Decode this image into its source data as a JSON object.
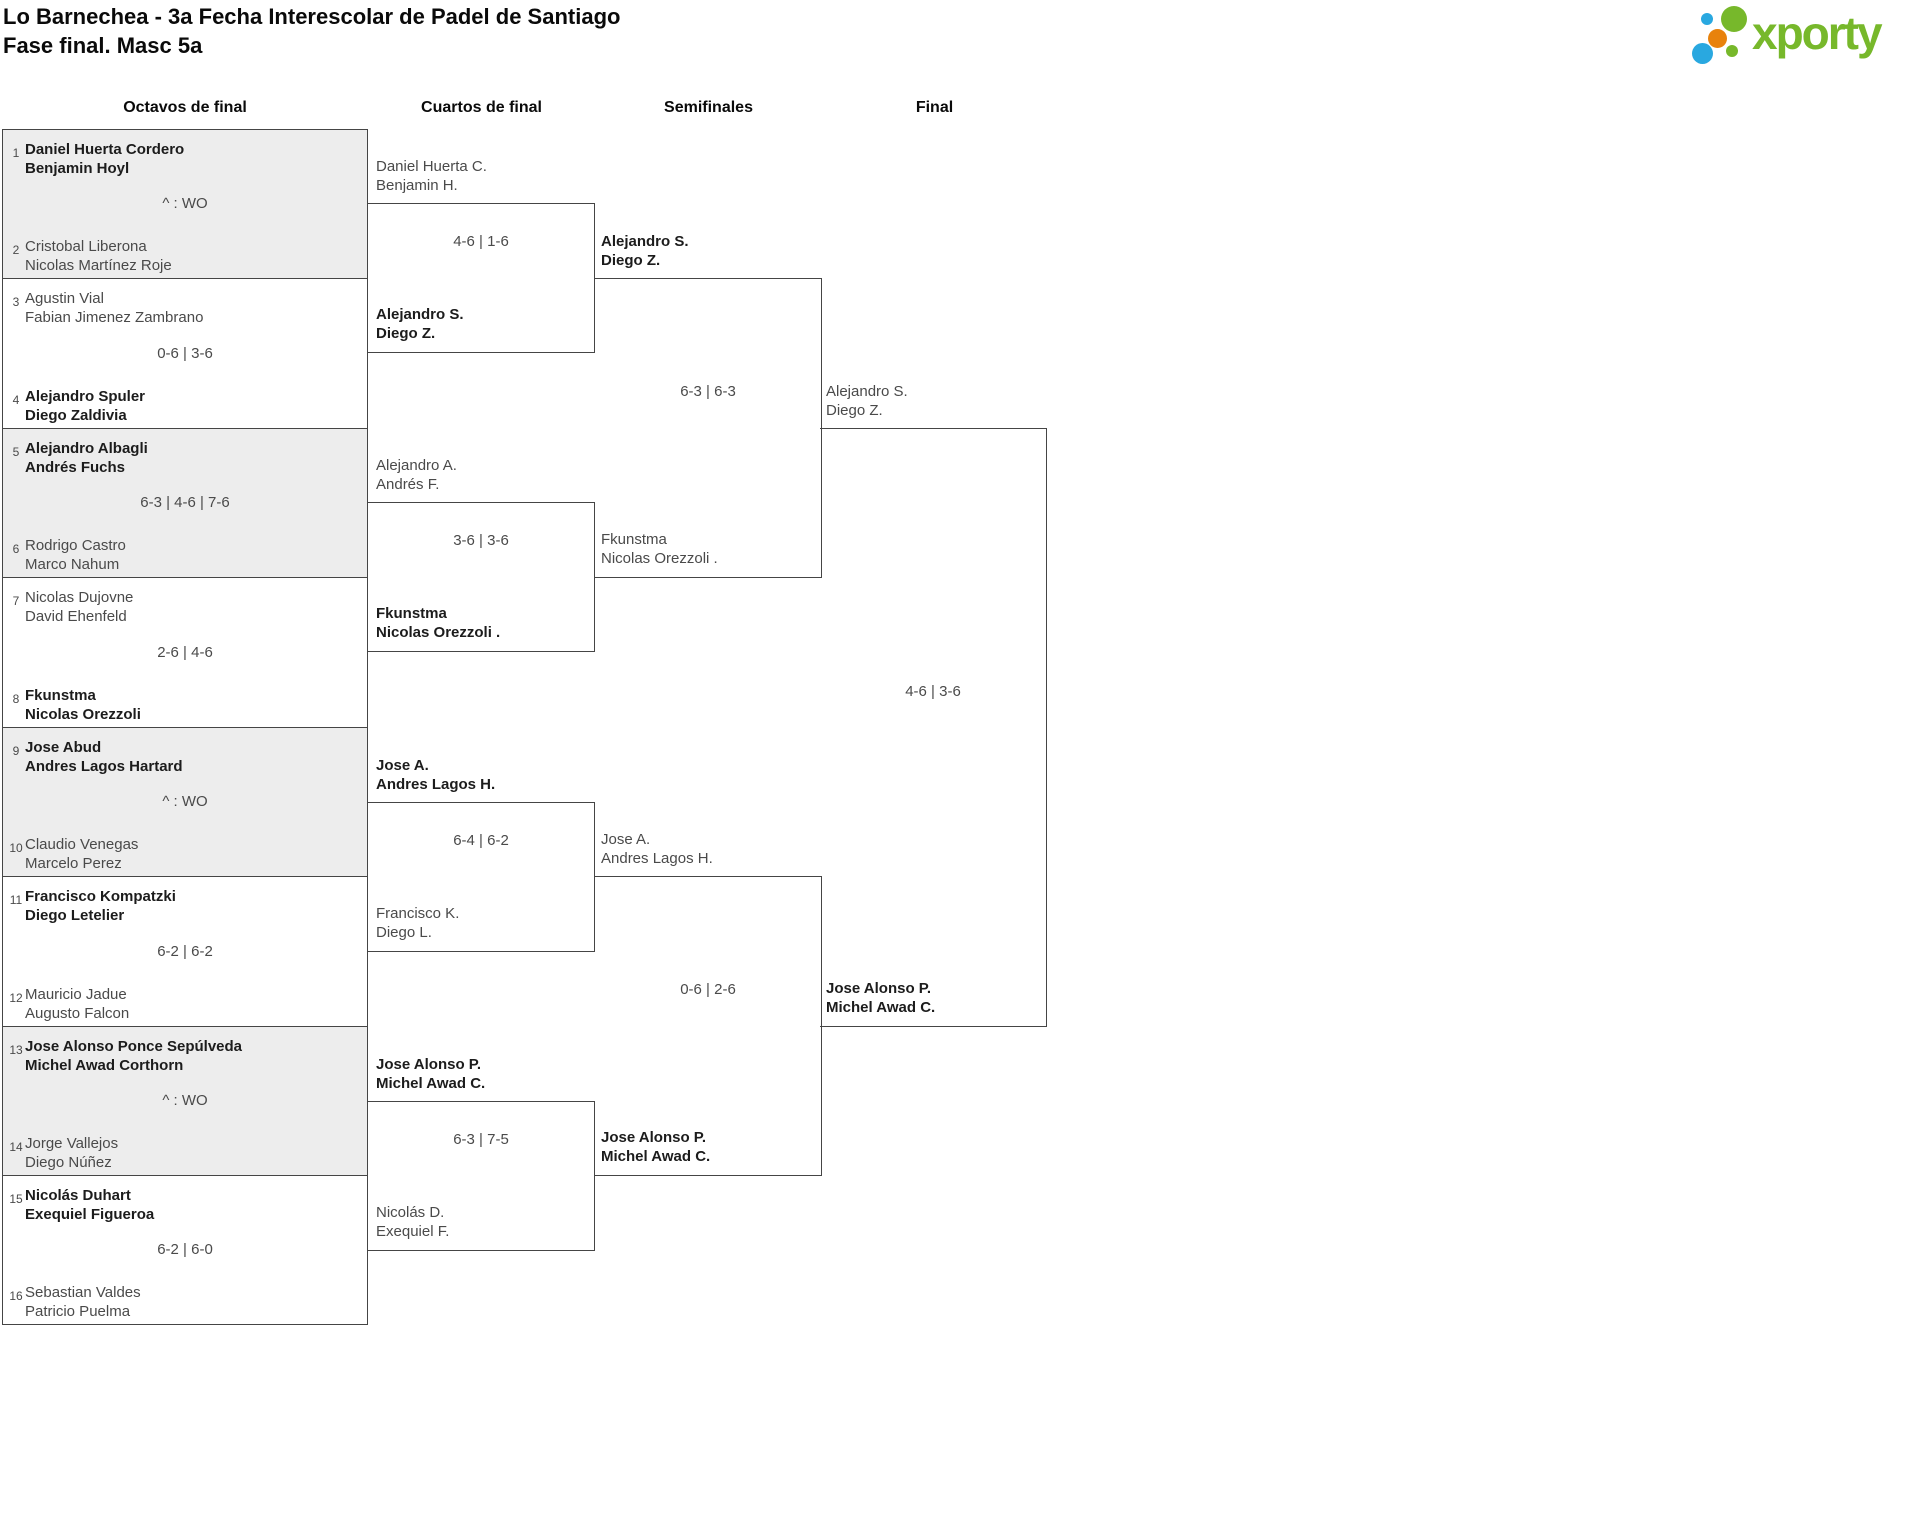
{
  "header": {
    "title_line1": "Lo Barnechea - 3a Fecha Interescolar de Padel de Santiago",
    "title_line2": "Fase final. Masc 5a"
  },
  "logo": {
    "brand": "xporty",
    "colors": {
      "green": "#77b82b",
      "blue": "#29a8e0",
      "orange": "#e8820c"
    }
  },
  "ui_colors": {
    "shaded_row": "#ededed",
    "border": "#454545",
    "winner_text": "#1c1c1c",
    "normal_text": "#4a4a4a"
  },
  "round_headers": [
    "Octavos de final",
    "Cuartos de final",
    "Semifinales",
    "Final"
  ],
  "bracket": {
    "octavos": [
      {
        "top_seed": "1",
        "top": {
          "p1": "Daniel Huerta Cordero",
          "p2": "Benjamin Hoyl",
          "winner": true
        },
        "score": "^ : WO",
        "bottom_seed": "2",
        "bottom": {
          "p1": "Cristobal Liberona",
          "p2": "Nicolas Martínez Roje",
          "winner": false
        }
      },
      {
        "top_seed": "3",
        "top": {
          "p1": "Agustin Vial",
          "p2": "Fabian Jimenez Zambrano",
          "winner": false
        },
        "score": "0-6 | 3-6",
        "bottom_seed": "4",
        "bottom": {
          "p1": "Alejandro Spuler",
          "p2": "Diego Zaldivia",
          "winner": true
        }
      },
      {
        "top_seed": "5",
        "top": {
          "p1": "Alejandro Albagli",
          "p2": "Andrés Fuchs",
          "winner": true
        },
        "score": "6-3 | 4-6 | 7-6",
        "bottom_seed": "6",
        "bottom": {
          "p1": "Rodrigo Castro",
          "p2": "Marco Nahum",
          "winner": false
        }
      },
      {
        "top_seed": "7",
        "top": {
          "p1": "Nicolas Dujovne",
          "p2": "David Ehenfeld",
          "winner": false
        },
        "score": "2-6 | 4-6",
        "bottom_seed": "8",
        "bottom": {
          "p1": "Fkunstma",
          "p2": "Nicolas Orezzoli",
          "winner": true
        }
      },
      {
        "top_seed": "9",
        "top": {
          "p1": "Jose Abud",
          "p2": "Andres Lagos Hartard",
          "winner": true
        },
        "score": "^ : WO",
        "bottom_seed": "10",
        "bottom": {
          "p1": "Claudio Venegas",
          "p2": "Marcelo Perez",
          "winner": false
        }
      },
      {
        "top_seed": "11",
        "top": {
          "p1": "Francisco Kompatzki",
          "p2": "Diego Letelier",
          "winner": true
        },
        "score": "6-2 | 6-2",
        "bottom_seed": "12",
        "bottom": {
          "p1": "Mauricio Jadue",
          "p2": "Augusto Falcon",
          "winner": false
        }
      },
      {
        "top_seed": "13",
        "top": {
          "p1": "Jose Alonso Ponce Sepúlveda",
          "p2": "Michel Awad Corthorn",
          "winner": true
        },
        "score": "^ : WO",
        "bottom_seed": "14",
        "bottom": {
          "p1": "Jorge Vallejos",
          "p2": "Diego Núñez",
          "winner": false
        }
      },
      {
        "top_seed": "15",
        "top": {
          "p1": "Nicolás Duhart",
          "p2": "Exequiel Figueroa",
          "winner": true
        },
        "score": "6-2 | 6-0",
        "bottom_seed": "16",
        "bottom": {
          "p1": "Sebastian Valdes",
          "p2": "Patricio Puelma",
          "winner": false
        }
      }
    ],
    "cuartos": [
      {
        "top": {
          "p1": "Daniel Huerta C.",
          "p2": "Benjamin H.",
          "winner": false
        },
        "score": "4-6 | 1-6",
        "bottom": {
          "p1": "Alejandro S.",
          "p2": "Diego Z.",
          "winner": true
        }
      },
      {
        "top": {
          "p1": "Alejandro A.",
          "p2": "Andrés F.",
          "winner": false
        },
        "score": "3-6 | 3-6",
        "bottom": {
          "p1": "Fkunstma",
          "p2": "Nicolas Orezzoli .",
          "winner": true
        }
      },
      {
        "top": {
          "p1": "Jose A.",
          "p2": "Andres Lagos H.",
          "winner": true
        },
        "score": "6-4 | 6-2",
        "bottom": {
          "p1": "Francisco K.",
          "p2": "Diego L.",
          "winner": false
        }
      },
      {
        "top": {
          "p1": "Jose Alonso P.",
          "p2": "Michel Awad C.",
          "winner": true
        },
        "score": "6-3 | 7-5",
        "bottom": {
          "p1": "Nicolás D.",
          "p2": "Exequiel F.",
          "winner": false
        }
      }
    ],
    "semifinales": [
      {
        "top": {
          "p1": "Alejandro S.",
          "p2": "Diego Z.",
          "winner": true
        },
        "score": "6-3 | 6-3",
        "bottom": {
          "p1": "Fkunstma",
          "p2": "Nicolas Orezzoli .",
          "winner": false
        }
      },
      {
        "top": {
          "p1": "Jose A.",
          "p2": "Andres Lagos H.",
          "winner": false
        },
        "score": "0-6 | 2-6",
        "bottom": {
          "p1": "Jose Alonso P.",
          "p2": "Michel Awad C.",
          "winner": true
        }
      }
    ],
    "final": {
      "top": {
        "p1": "Alejandro S.",
        "p2": "Diego Z.",
        "winner": false
      },
      "score": "4-6 | 3-6",
      "bottom": {
        "p1": "Jose Alonso P.",
        "p2": "Michel Awad C.",
        "winner": true
      }
    }
  }
}
